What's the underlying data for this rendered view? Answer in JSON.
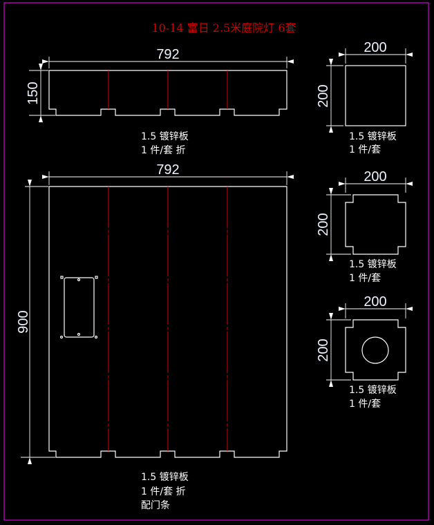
{
  "title": "10-14 富日 2.5米庭院灯 6套",
  "colors": {
    "background": "#000000",
    "frame": "#ff00ff",
    "outline": "#ffffff",
    "fold_line": "#e00000",
    "title": "#d00000"
  },
  "parts": {
    "top_strip": {
      "width_label": "792",
      "height_label": "150",
      "notes": [
        "1.5 镀锌板",
        "1 件/套 折"
      ]
    },
    "main_panel": {
      "width_label": "792",
      "height_label": "900",
      "notes": [
        "1.5 镀锌板",
        "1 件/套 折",
        "配门条"
      ]
    },
    "square_plate": {
      "width_label": "200",
      "height_label": "200",
      "notes": [
        "1.5 镀锌板",
        "1 件/套"
      ]
    },
    "notched_plate": {
      "width_label": "200",
      "height_label": "200",
      "notes": [
        "1.5 镀锌板",
        "1 件/套"
      ]
    },
    "notched_plate_hole": {
      "width_label": "200",
      "height_label": "200",
      "notes": [
        "1.5 镀锌板",
        "1 件/套"
      ]
    }
  }
}
